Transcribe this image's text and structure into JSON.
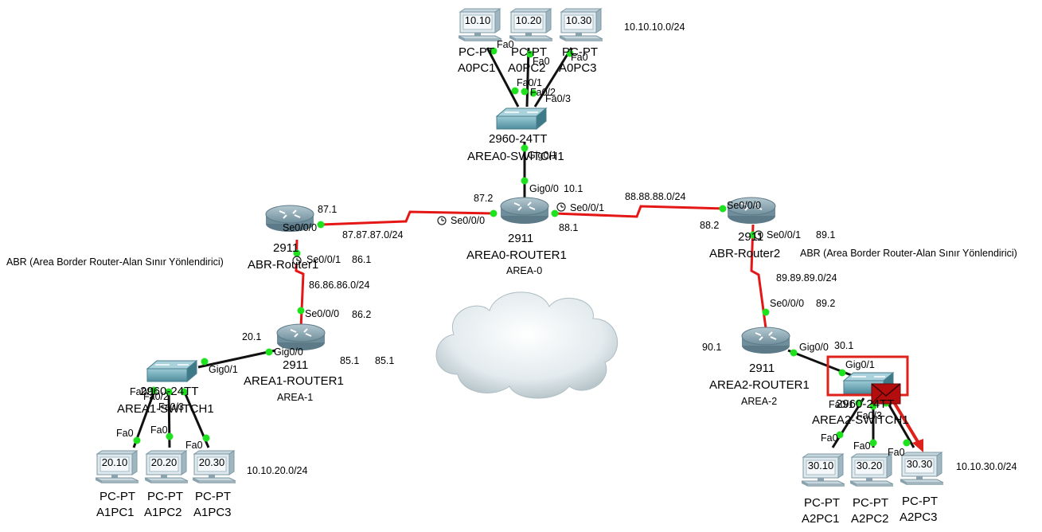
{
  "colors": {
    "serial_link": "#e41616",
    "ethernet_link": "#111111",
    "port_up": "#1fe21f",
    "router_body": "#6f8e9c",
    "switch_body": "#5f9bab",
    "pc_screen": "#c9dde4",
    "pdu_envelope": "#b40d0d",
    "pdu_highlight": "#e0201a"
  },
  "icons": {
    "router": "router-icon",
    "switch": "switch-icon",
    "pc": "pc-icon",
    "cloud": "cloud-icon",
    "clock": "clock-icon",
    "envelope": "envelope-icon"
  },
  "networks": {
    "lan_area0": "10.10.10.0/24",
    "lan_area1": "10.10.20.0/24",
    "lan_area2": "10.10.30.0/24",
    "wan_87": "87.87.87.0/24",
    "wan_88": "88.88.88.0/24",
    "wan_86": "86.86.86.0/24",
    "wan_89": "89.89.89.0/24"
  },
  "devices": {
    "area0_router": {
      "model": "2911",
      "name": "AREA0-ROUTER1",
      "area": "AREA-0"
    },
    "abr1": {
      "model": "2911",
      "name": "ABR-Router1"
    },
    "abr2": {
      "model": "2911",
      "name": "ABR-Router2"
    },
    "area1_router": {
      "model": "2911",
      "name": "AREA1-ROUTER1",
      "area": "AREA-1"
    },
    "area2_router": {
      "model": "2911",
      "name": "AREA2-ROUTER1",
      "area": "AREA-2"
    },
    "area0_switch": {
      "model": "2960-24TT",
      "name": "AREA0-SWITCH1"
    },
    "area1_switch": {
      "model": "2960-24TT",
      "name": "AREA1-SWITCH1"
    },
    "area2_switch": {
      "model": "2960-24TT",
      "name": "AREA2-SWITCH1"
    }
  },
  "pcs": {
    "area0": [
      {
        "ip": "10.10",
        "model": "PC-PT",
        "name": "A0PC1"
      },
      {
        "ip": "10.20",
        "model": "PC-PT",
        "name": "A0PC2"
      },
      {
        "ip": "10.30",
        "model": "PC-PT",
        "name": "A0PC3"
      }
    ],
    "area1": [
      {
        "ip": "20.10",
        "model": "PC-PT",
        "name": "A1PC1"
      },
      {
        "ip": "20.20",
        "model": "PC-PT",
        "name": "A1PC2"
      },
      {
        "ip": "20.30",
        "model": "PC-PT",
        "name": "A1PC3"
      }
    ],
    "area2": [
      {
        "ip": "30.10",
        "model": "PC-PT",
        "name": "A2PC1"
      },
      {
        "ip": "30.20",
        "model": "PC-PT",
        "name": "A2PC2"
      },
      {
        "ip": "30.30",
        "model": "PC-PT",
        "name": "A2PC3"
      }
    ]
  },
  "ports": {
    "fa0": "Fa0",
    "fa0_1": "Fa0/1",
    "fa0_2": "Fa0/2",
    "fa0_3": "Fa0/3",
    "gig0_0": "Gig0/0",
    "gig0_1": "Gig0/1",
    "se0_0_0": "Se0/0/0",
    "se0_0_1": "Se0/0/1"
  },
  "addresses": {
    "a0r_gig": "10.1",
    "a0r_87": "87.2",
    "a0r_88": "88.1",
    "abr1_87": "87.1",
    "abr1_86": "86.1",
    "a1r_86": "86.2",
    "a1r_gig": "20.1",
    "a1r_85a": "85.1",
    "a1r_85b": "85.1",
    "abr2_88": "88.2",
    "abr2_89": "89.1",
    "a2r_89": "89.2",
    "a2r_gig": "30.1",
    "a2r_90": "90.1"
  },
  "annotations": {
    "abr_note": "ABR (Area Border Router-Alan Sınır Yönlendirici)"
  }
}
